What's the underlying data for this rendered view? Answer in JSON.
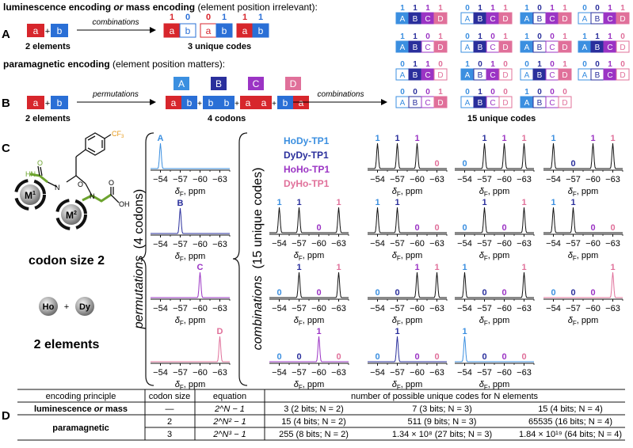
{
  "section_letters": {
    "a": "A",
    "b": "B",
    "c": "C",
    "d": "D"
  },
  "panel_a": {
    "heading_bold1": "luminescence encoding",
    "heading_or": "or",
    "heading_bold2": "mass encoding",
    "heading_note": "(element position irrelevant):",
    "elements_label": "2 elements",
    "arrow_label": "combinations",
    "result_label": "3 unique codes",
    "element_a": "a",
    "element_b": "b",
    "plus": "+",
    "codes": [
      {
        "bits": [
          "1",
          "0"
        ]
      },
      {
        "bits": [
          "0",
          "1"
        ]
      },
      {
        "bits": [
          "1",
          "1"
        ]
      }
    ]
  },
  "panel_b": {
    "heading_bold": "paramagnetic encoding",
    "heading_note": "(element position matters):",
    "elements_label": "2 elements",
    "arrow1_label": "permutations",
    "codons_label": "4 codons",
    "arrow2_label": "combinations",
    "result_label": "15 unique codes",
    "codon_letters": [
      "A",
      "B",
      "C",
      "D"
    ],
    "codons": [
      [
        "a",
        "b"
      ],
      [
        "b",
        "b"
      ],
      [
        "a",
        "a"
      ],
      [
        "b",
        "a"
      ]
    ],
    "code_letters": [
      "A",
      "B",
      "C",
      "D"
    ],
    "codes": [
      [
        "1",
        "1",
        "1",
        "1"
      ],
      [
        "0",
        "1",
        "1",
        "1"
      ],
      [
        "1",
        "0",
        "1",
        "1"
      ],
      [
        "0",
        "0",
        "1",
        "1"
      ],
      [
        "1",
        "1",
        "0",
        "1"
      ],
      [
        "0",
        "1",
        "0",
        "1"
      ],
      [
        "1",
        "0",
        "0",
        "1"
      ],
      [
        "1",
        "1",
        "1",
        "0"
      ],
      [
        "0",
        "1",
        "1",
        "0"
      ],
      [
        "1",
        "0",
        "1",
        "0"
      ],
      [
        "0",
        "1",
        "0",
        "1"
      ],
      [
        "0",
        "0",
        "1",
        "0"
      ],
      [
        "0",
        "0",
        "0",
        "1"
      ],
      [
        "0",
        "1",
        "0",
        "0"
      ],
      [
        "1",
        "0",
        "0",
        "0"
      ]
    ]
  },
  "panel_c": {
    "cf3": "CF",
    "cf3_sub": "3",
    "nh": "H",
    "n": "N",
    "oh": "OH",
    "o": "O",
    "m1": "M",
    "m1_sup": "1",
    "m2": "M",
    "m2_sup": "2",
    "codon_size_label": "codon size 2",
    "ho": "Ho",
    "dy": "Dy",
    "plus": "+",
    "elements_label": "2 elements",
    "permutations_label": "permutations",
    "permutations_count": "(4 codons)",
    "combinations_label": "combinations",
    "combinations_count": "(15 unique codes)",
    "legend": [
      {
        "name": "HoDy-TP1",
        "color": "#3b8fe0"
      },
      {
        "name": "DyDy-TP1",
        "color": "#2a2f9c"
      },
      {
        "name": "HoHo-TP1",
        "color": "#9b34c4"
      },
      {
        "name": "DyHo-TP1",
        "color": "#e0709a"
      }
    ],
    "axis_ticks": [
      "−54",
      "−57",
      "−60",
      "−63"
    ],
    "axis_label": "δ",
    "axis_label_sub": "F",
    "axis_unit": ", ppm",
    "perm_peaks": [
      "A",
      "B",
      "C",
      "D"
    ],
    "combo_peaks": [
      [
        "1",
        "1",
        "1",
        "0"
      ],
      [
        "0",
        "1",
        "1",
        "1"
      ],
      [
        "1",
        "0",
        "1",
        "1"
      ],
      [
        "1",
        "1",
        "0",
        "1"
      ],
      [
        "1",
        "1",
        "0",
        "0"
      ],
      [
        "0",
        "1",
        "0",
        "1"
      ],
      [
        "1",
        "1",
        "0",
        "0"
      ],
      [
        "0",
        "1",
        "0",
        "1"
      ],
      [
        "0",
        "0",
        "1",
        "1"
      ],
      [
        "1",
        "0",
        "0",
        "1"
      ],
      [
        "0",
        "0",
        "0",
        "1"
      ],
      [
        "0",
        "0",
        "1",
        "0"
      ],
      [
        "0",
        "1",
        "0",
        "0"
      ],
      [
        "1",
        "0",
        "0",
        "0"
      ]
    ]
  },
  "panel_d": {
    "headers": [
      "encoding principle",
      "codon size",
      "equation",
      "number of possible unique codes for N elements"
    ],
    "rows": [
      {
        "principle_bold": "luminescence",
        "principle_or": "or",
        "principle_bold2": "mass",
        "size": "—",
        "eq": "2^N − 1",
        "cells": [
          "3 (2 bits; N = 2)",
          "7 (3 bits; N = 3)",
          "15 (4 bits; N = 4)"
        ]
      },
      {
        "principle_bold": "paramagnetic",
        "size": "2",
        "eq": "2^N² − 1",
        "cells": [
          "15 (4 bits; N = 2)",
          "511 (9 bits; N = 3)",
          "65535 (16 bits; N = 4)"
        ]
      },
      {
        "size": "3",
        "eq": "2^N³ − 1",
        "cells": [
          "255 (8 bits; N = 2)",
          "1.34 × 10⁸ (27 bits; N = 3)",
          "1.84 × 10¹⁹ (64 bits; N = 4)"
        ]
      }
    ]
  },
  "colors": {
    "red": "#d7262c",
    "blue": "#2a6fd6",
    "c_a": "#3b8fe0",
    "c_b": "#2a2f9c",
    "c_c": "#9b34c4",
    "c_d": "#e0709a",
    "green": "#6ca32e",
    "orange": "#e79a1a"
  }
}
